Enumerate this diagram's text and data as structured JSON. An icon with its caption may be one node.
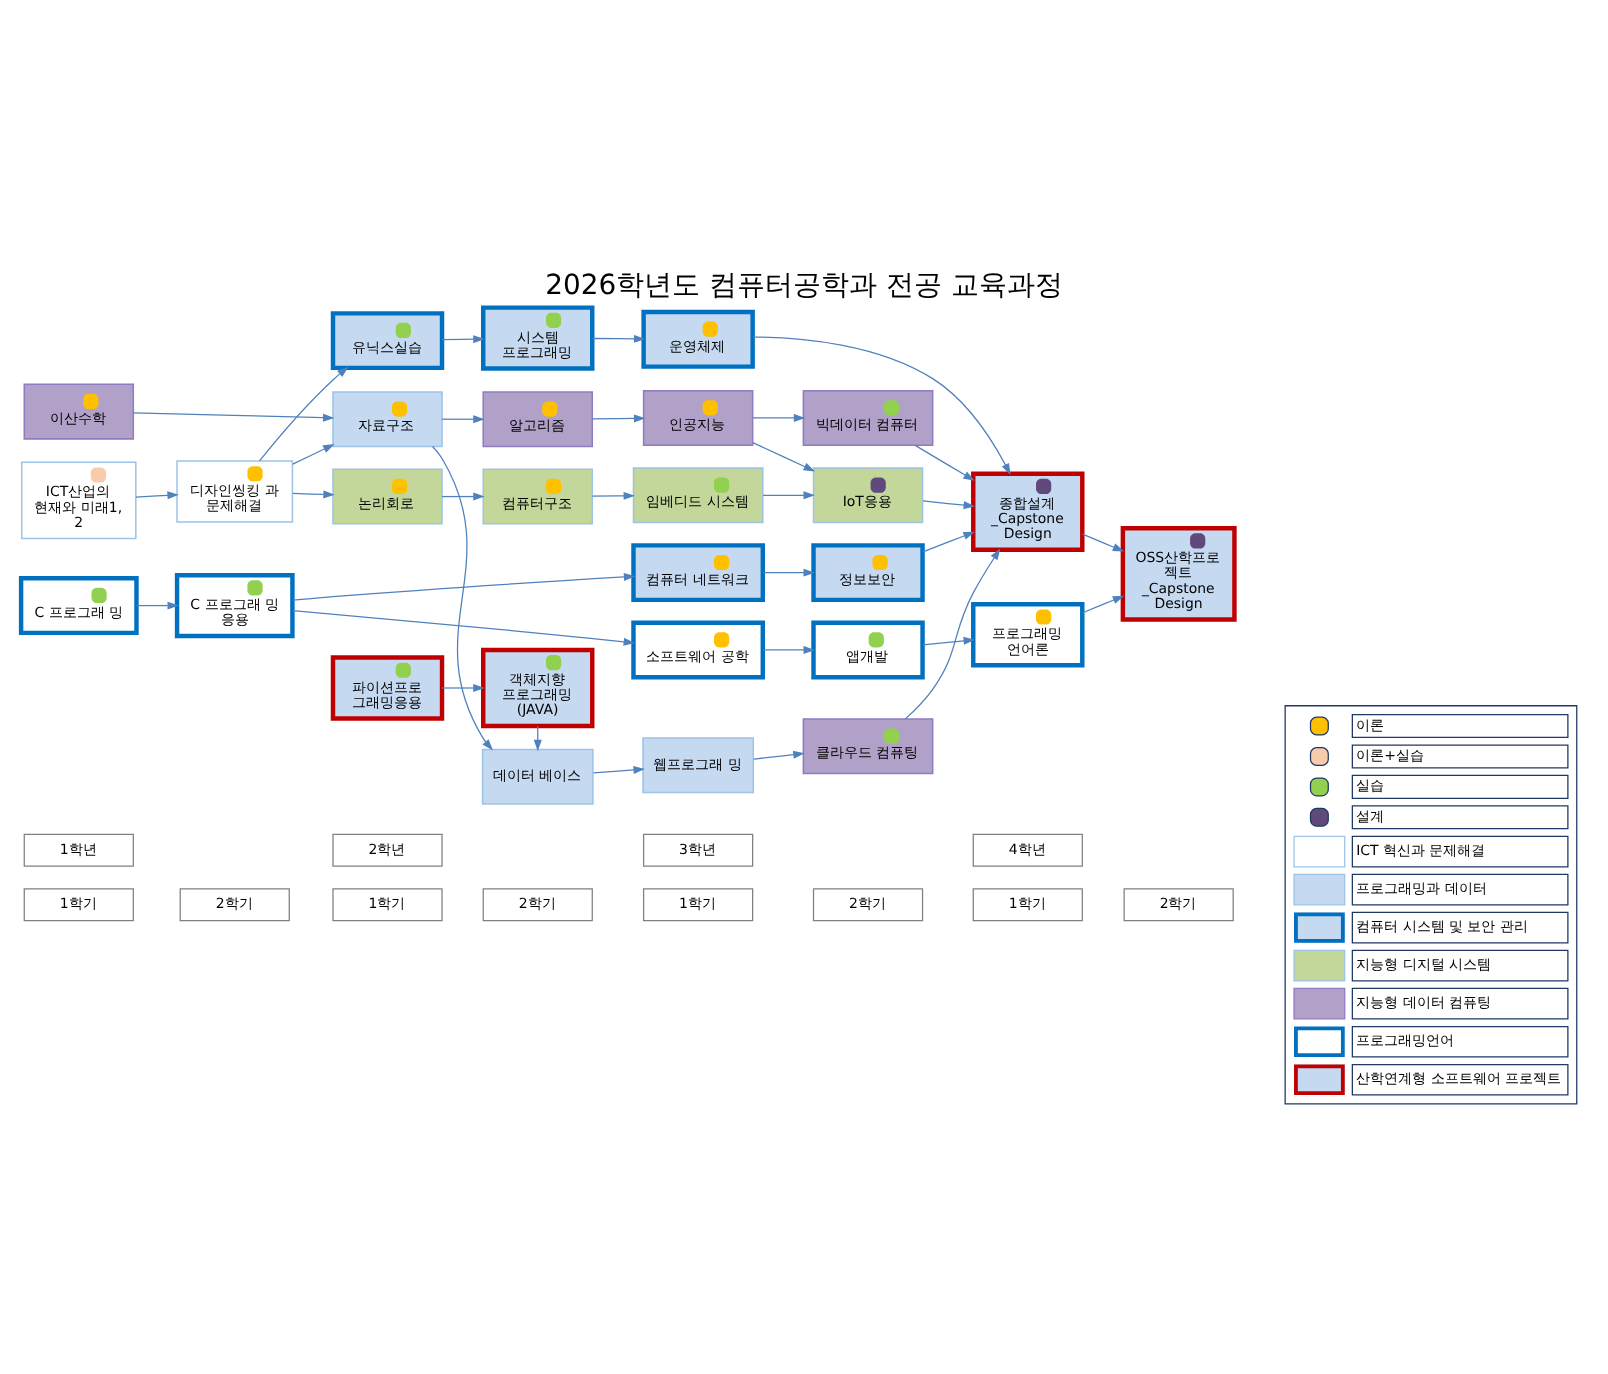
{
  "diagram": {
    "title": "2026학년도 컴퓨터공학과 전공 교육과정",
    "nodes": [
      {
        "text": [
          "1학년"
        ]
      },
      {
        "text": [
          "2학년"
        ]
      },
      {
        "text": [
          "3학년"
        ]
      },
      {
        "text": [
          "4학년"
        ]
      },
      {
        "text": [
          "1학기"
        ]
      },
      {
        "text": [
          "2학기"
        ]
      },
      {
        "text": [
          "1학기"
        ]
      },
      {
        "text": [
          "2학기"
        ]
      },
      {
        "text": [
          "1학기"
        ]
      },
      {
        "text": [
          "2학기"
        ]
      },
      {
        "text": [
          "1학기"
        ]
      },
      {
        "text": [
          "2학기"
        ]
      },
      {
        "text": [
          "ICT산업의 현재와 미래1, 2"
        ]
      },
      {
        "text": [
          "디자인씽킹 과 문제해결"
        ]
      },
      {
        "text": [
          "알고리즘"
        ]
      },
      {
        "text": [
          "인공지능"
        ]
      },
      {
        "text": [
          "빅데이터 컴퓨터"
        ]
      },
      {
        "text": [
          "이산수학"
        ]
      },
      {
        "text": [
          "자료구조"
        ]
      },
      {
        "text": [
          "데이터 베이스"
        ]
      },
      {
        "text": [
          "웹프로그래 밍"
        ]
      },
      {
        "text": [
          "클라우드 컴퓨팅"
        ]
      },
      {
        "text": [
          "파이션프로 그래밍응용"
        ]
      },
      {
        "text": [
          "객체지향 프로그래밍 (JAVA)"
        ]
      },
      {
        "text": [
          "컴퓨터 네트워크"
        ]
      },
      {
        "text": [
          "정보보안"
        ]
      },
      {
        "text": [
          "C 프로그래 밍"
        ]
      },
      {
        "text": [
          "C 프로그래 밍 응용"
        ]
      },
      {
        "text": [
          "소프트웨어 공학"
        ]
      },
      {
        "text": [
          "앱개발"
        ]
      },
      {
        "text": [
          "프로그래밍 언어론"
        ]
      },
      {
        "text": [
          "유닉스실습"
        ]
      },
      {
        "text": [
          "시스템 프로그래밍"
        ]
      },
      {
        "text": [
          "운영체제"
        ]
      },
      {
        "text": [
          "종합설계 _Capstone Design"
        ]
      },
      {
        "text": [
          "OSS산학프로 젝트 _Capstone Design"
        ]
      },
      {
        "text": [
          "논리회로"
        ]
      },
      {
        "text": [
          "컴퓨터구조"
        ]
      },
      {
        "text": [
          "임베디드 시스템"
        ]
      },
      {
        "text": [
          "IoT응용"
        ]
      }
    ],
    "edges": [
      {
        "from": 12,
        "to": 13,
        "arrow": "to"
      },
      {
        "from": 13,
        "to": 18,
        "arrow": "to"
      },
      {
        "from": 13,
        "to": 31,
        "arrow": "to"
      },
      {
        "from": 13,
        "to": 36,
        "arrow": "to"
      },
      {
        "from": 17,
        "to": 18,
        "arrow": "to"
      },
      {
        "from": 18,
        "to": 14,
        "arrow": "to"
      },
      {
        "from": 18,
        "to": 19,
        "arrow": "to"
      },
      {
        "from": 22,
        "to": 23,
        "arrow": "to"
      },
      {
        "from": 23,
        "to": 19,
        "arrow": "to"
      },
      {
        "from": 19,
        "to": 20,
        "arrow": "to"
      },
      {
        "from": 26,
        "to": 27,
        "arrow": "to"
      },
      {
        "from": 27,
        "to": 28,
        "arrow": "to"
      },
      {
        "from": 27,
        "to": 24,
        "arrow": "to"
      },
      {
        "from": 31,
        "to": 32,
        "arrow": "to"
      },
      {
        "from": 36,
        "to": 37,
        "arrow": "to"
      },
      {
        "from": 14,
        "to": 15,
        "arrow": "to"
      },
      {
        "from": 15,
        "to": 16,
        "arrow": "to"
      },
      {
        "from": 15,
        "to": 39,
        "arrow": "to"
      },
      {
        "from": 20,
        "to": 21,
        "arrow": "to"
      },
      {
        "from": 24,
        "to": 25,
        "arrow": "to"
      },
      {
        "from": 28,
        "to": 29,
        "arrow": "to"
      },
      {
        "from": 32,
        "to": 33,
        "arrow": "to"
      },
      {
        "from": 37,
        "to": 38,
        "arrow": "to"
      },
      {
        "from": 38,
        "to": 39,
        "arrow": "to"
      },
      {
        "from": 16,
        "to": 34,
        "arrow": "to"
      },
      {
        "from": 21,
        "to": 34,
        "arrow": "to"
      },
      {
        "from": 25,
        "to": 34,
        "arrow": "to"
      },
      {
        "from": 29,
        "to": 30,
        "arrow": "to"
      },
      {
        "from": 33,
        "to": 34,
        "arrow": "to"
      },
      {
        "from": 39,
        "to": 34,
        "arrow": "to"
      },
      {
        "from": 30,
        "to": 35,
        "arrow": "to"
      },
      {
        "from": 34,
        "to": 35,
        "arrow": "to"
      }
    ],
    "legend": [
      {
        "text": "이론",
        "color": "#ffc000"
      },
      {
        "text": "이론+실습",
        "color": "#f8cbad"
      },
      {
        "text": "실습",
        "color": "#92d050"
      },
      {
        "text": "설계",
        "color": "#604a7b"
      },
      {
        "text": "ICT 혁신과 문제해결"
      },
      {
        "text": "프로그래밍과 데이터"
      },
      {
        "text": "컴퓨터 시스템 및 보안 관리"
      },
      {
        "text": "지능형 디지털 시스템"
      },
      {
        "text": "지능형 데이터 컴퓨팅"
      },
      {
        "text": "프로그래밍언어"
      },
      {
        "text": "산학연계형 소프트웨어 프로젝트"
      }
    ]
  }
}
